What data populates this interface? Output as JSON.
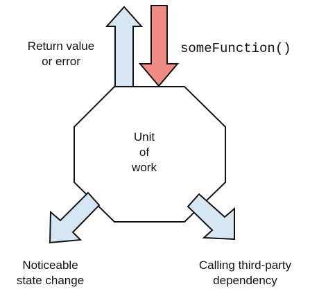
{
  "diagram": {
    "return_label": [
      "Return value",
      "or error"
    ],
    "call_label": "someFunction()",
    "unit_label": [
      "Unit",
      "of",
      "work"
    ],
    "state_label": [
      "Noticeable",
      "state change"
    ],
    "dependency_label": [
      "Calling third-party",
      "dependency"
    ]
  },
  "colors": {
    "output_arrow_fill": "#d6e6f3",
    "input_arrow_fill": "#f08c84",
    "outline": "#111111"
  }
}
